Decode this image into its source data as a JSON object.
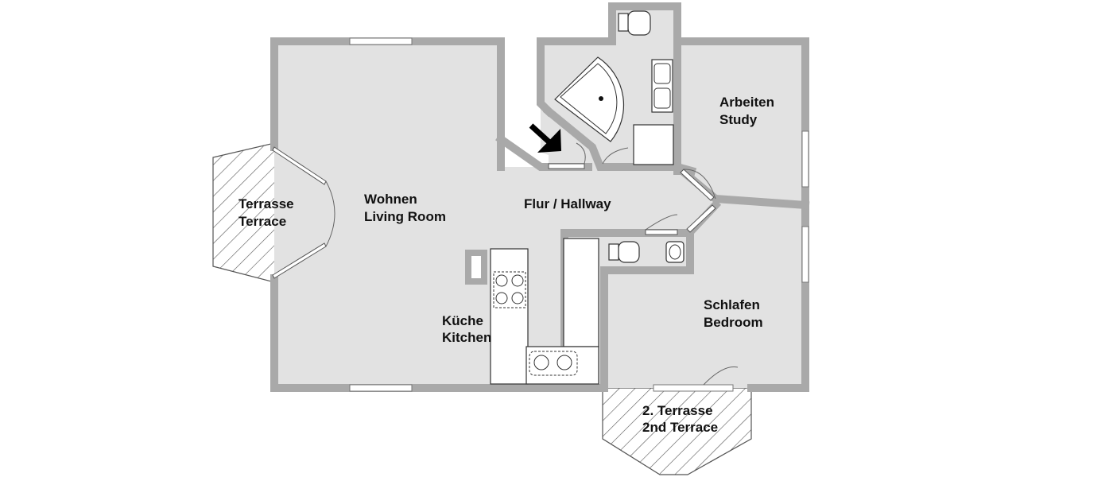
{
  "rooms": {
    "living": {
      "line1": "Wohnen",
      "line2": "Living Room"
    },
    "hallway": {
      "line1": "Flur / Hallway"
    },
    "study": {
      "line1": "Arbeiten",
      "line2": "Study"
    },
    "bedroom": {
      "line1": "Schlafen",
      "line2": "Bedroom"
    },
    "kitchen": {
      "line1": "Küche",
      "line2": "Kitchen"
    },
    "terrace": {
      "line1": "Terrasse",
      "line2": "Terrace"
    },
    "terrace2": {
      "line1": "2. Terrasse",
      "line2": "2nd Terrace"
    }
  },
  "colors": {
    "floor": "#e2e2e2",
    "wall": "#a9a9a9",
    "fixture": "#ffffff"
  },
  "entrance_marker": "arrow-icon"
}
